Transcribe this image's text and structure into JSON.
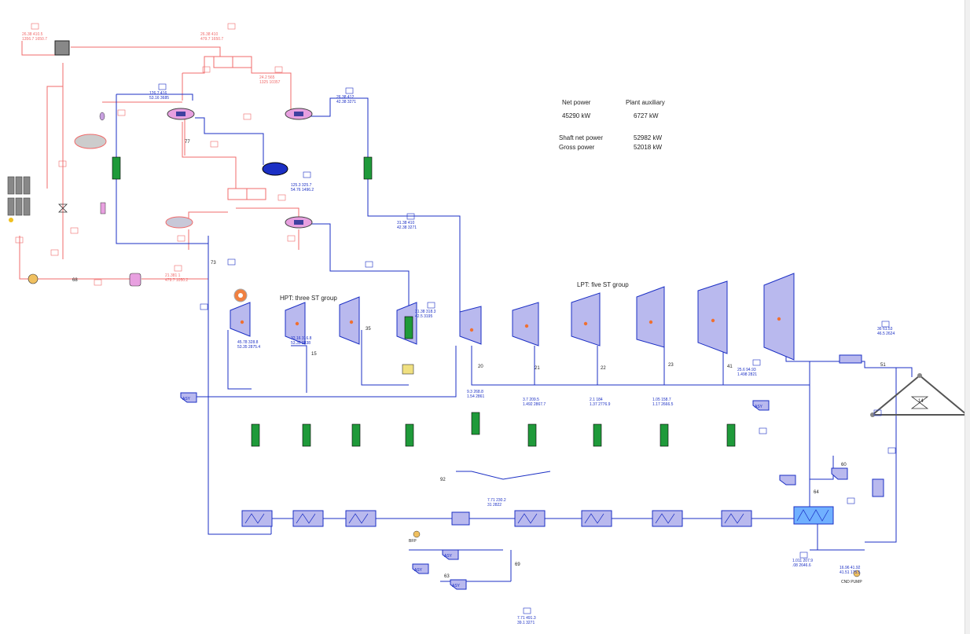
{
  "summary": {
    "net_power_label": "Net power",
    "plant_aux_label": "Plant auxiliary",
    "net_power_value": "45290 kW",
    "plant_aux_value": "6727 kW",
    "shaft_net_label": "Shaft net power",
    "shaft_net_value": "52982 kW",
    "gross_power_label": "Gross power",
    "gross_power_value": "52018 kW"
  },
  "group_labels": {
    "hpt": "HPT: three ST group",
    "lpt": "LPT: five ST group"
  },
  "colors": {
    "salt_loop": "#f06b6b",
    "water_loop": "#1b2fc4",
    "component_fill": "#b9b9ee",
    "heater_green": "#1f9a3a",
    "pink_hx": "#e8a0e0"
  },
  "turbines": [
    {
      "id": "24",
      "value": ""
    },
    {
      "id": "25",
      "value": ""
    },
    {
      "id": "42",
      "value": ""
    },
    {
      "id": "46",
      "value": ""
    },
    {
      "id": "26",
      "value": ""
    },
    {
      "id": "27",
      "value": ""
    },
    {
      "id": "28",
      "value": ""
    },
    {
      "id": "29",
      "value": ""
    },
    {
      "id": "30",
      "value": ""
    },
    {
      "id": "33",
      "value": ""
    }
  ],
  "stream_tags": {
    "t1": "26.38 410.5",
    "t1b": "1356.7 1650.7",
    "t2": "26.38 410",
    "t2b": "479.7 1650.7",
    "t3": "126.7 416",
    "t3b": "53.16 3685",
    "t4": "26.38 412",
    "t4b": "42.38 3271",
    "t5": "24.2 565",
    "t5b": "1325 10357",
    "t6": "21.381 1",
    "t6b": "479.7 1050.2",
    "t7": "125.3 325.7",
    "t7b": "54.76 1496.2",
    "t8": "31.38 410",
    "t8b": "42.38 3271",
    "t9": "31.38 318.3",
    "t9b": "42.5 3195",
    "t10": "45.78 328.8",
    "t10b": "53.35 2875.4",
    "t11": "32.16 316.8",
    "t11b": "53.35 2838",
    "t12": "9.3 268.8",
    "t12b": "1.54 2861",
    "t13": "3.7 209.5",
    "t13b": "1.492 2867.7",
    "t14": "2.1 184",
    "t14b": "1.37 2776.9",
    "t15": "1.05 158.7",
    "t15b": "1.17 2666.5",
    "t16": "25.6 94.93",
    "t16b": "1.498 2821",
    "t17": "36 61.53",
    "t17b": "46.5 2624",
    "t18": "7.71 491.3",
    "t18b": "39.1 3271",
    "t19": "1.011 207.9",
    "t19b": ".08 2646.6",
    "t20": "16.96 41.92",
    "t20b": "41.51 175.5",
    "t21": "7.71 230.2",
    "t21b": "31 2822"
  },
  "labels_misc": {
    "bfp": "BFP",
    "cnd_pump": "CND PUMP",
    "asy": "ASY",
    "num_77": "77",
    "num_73": "73",
    "num_68": "68",
    "num_60": "60",
    "num_15": "15",
    "num_35": "35",
    "num_92": "92",
    "num_20": "20",
    "num_21": "21",
    "num_22": "22",
    "num_23": "23",
    "num_41": "41",
    "num_51": "51",
    "num_14": "14",
    "num_64": "64",
    "num_69": "69",
    "num_63": "63"
  }
}
